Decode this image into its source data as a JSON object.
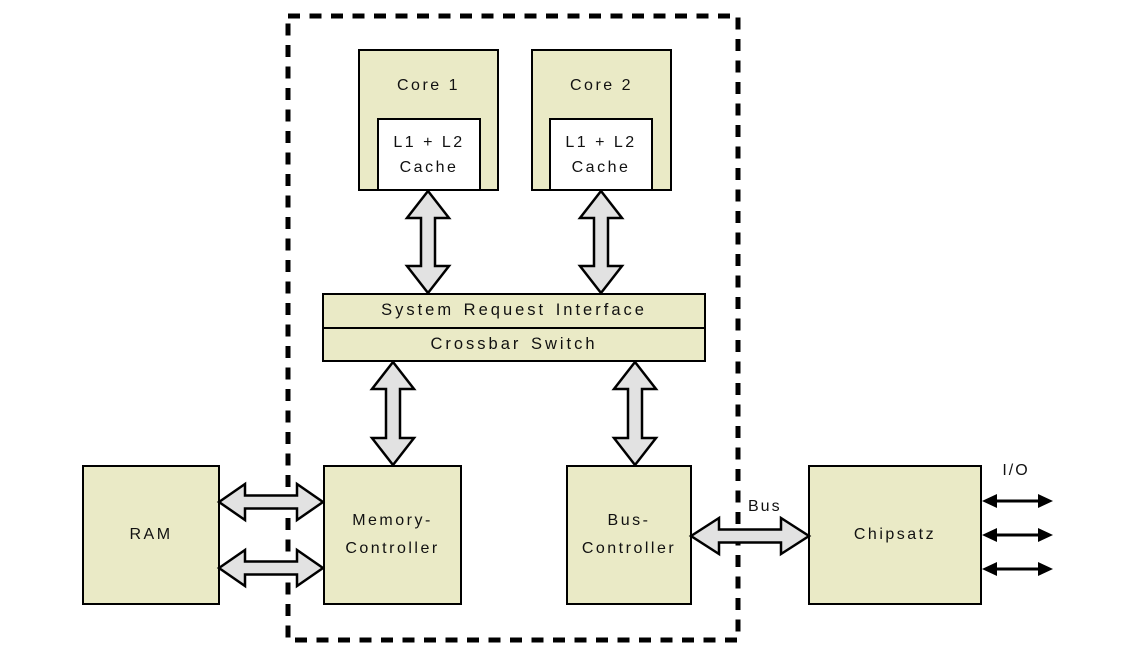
{
  "colors": {
    "background": "#ffffff",
    "box_fill": "#eaeac6",
    "cache_fill": "#ffffff",
    "arrow_fill": "#e2e2e2",
    "thin_arrow": "#000000",
    "border": "#000000",
    "text": "#111111"
  },
  "boxes": {
    "core1": "Core 1",
    "core2": "Core 2",
    "cache1": "L1 + L2\nCache",
    "cache2": "L1 + L2\nCache",
    "system_request_interface": "System Request Interface",
    "crossbar_switch": "Crossbar Switch",
    "ram": "RAM",
    "memory_controller": "Memory-\nController",
    "bus_controller": "Bus-\nController",
    "chipsatz": "Chipsatz"
  },
  "labels": {
    "bus": "Bus",
    "io": "I/O"
  },
  "connections": [
    {
      "from": "cache1",
      "to": "system_request_interface",
      "style": "block-double-arrow"
    },
    {
      "from": "cache2",
      "to": "system_request_interface",
      "style": "block-double-arrow"
    },
    {
      "from": "crossbar_switch",
      "to": "memory_controller",
      "style": "block-double-arrow"
    },
    {
      "from": "crossbar_switch",
      "to": "bus_controller",
      "style": "block-double-arrow"
    },
    {
      "from": "ram",
      "to": "memory_controller",
      "style": "block-double-arrow",
      "count": 2
    },
    {
      "from": "bus_controller",
      "to": "chipsatz",
      "style": "block-double-arrow",
      "label": "Bus"
    },
    {
      "from": "chipsatz",
      "to": "external-io",
      "style": "thin-double-arrow",
      "count": 3,
      "label": "I/O"
    }
  ]
}
